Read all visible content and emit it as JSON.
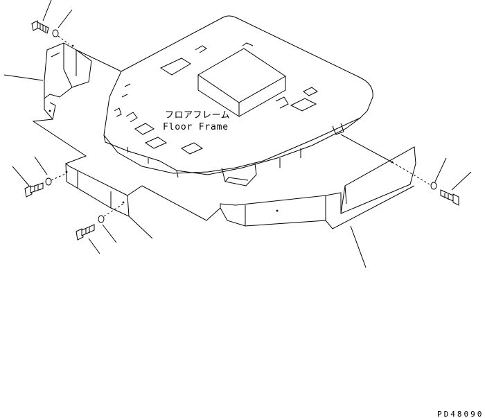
{
  "diagram": {
    "part_label_jp": "フロアフレーム",
    "part_label_en": "Floor Frame",
    "drawing_code": "PD48090"
  },
  "colors": {
    "ink": "#000000",
    "paper": "#ffffff"
  }
}
